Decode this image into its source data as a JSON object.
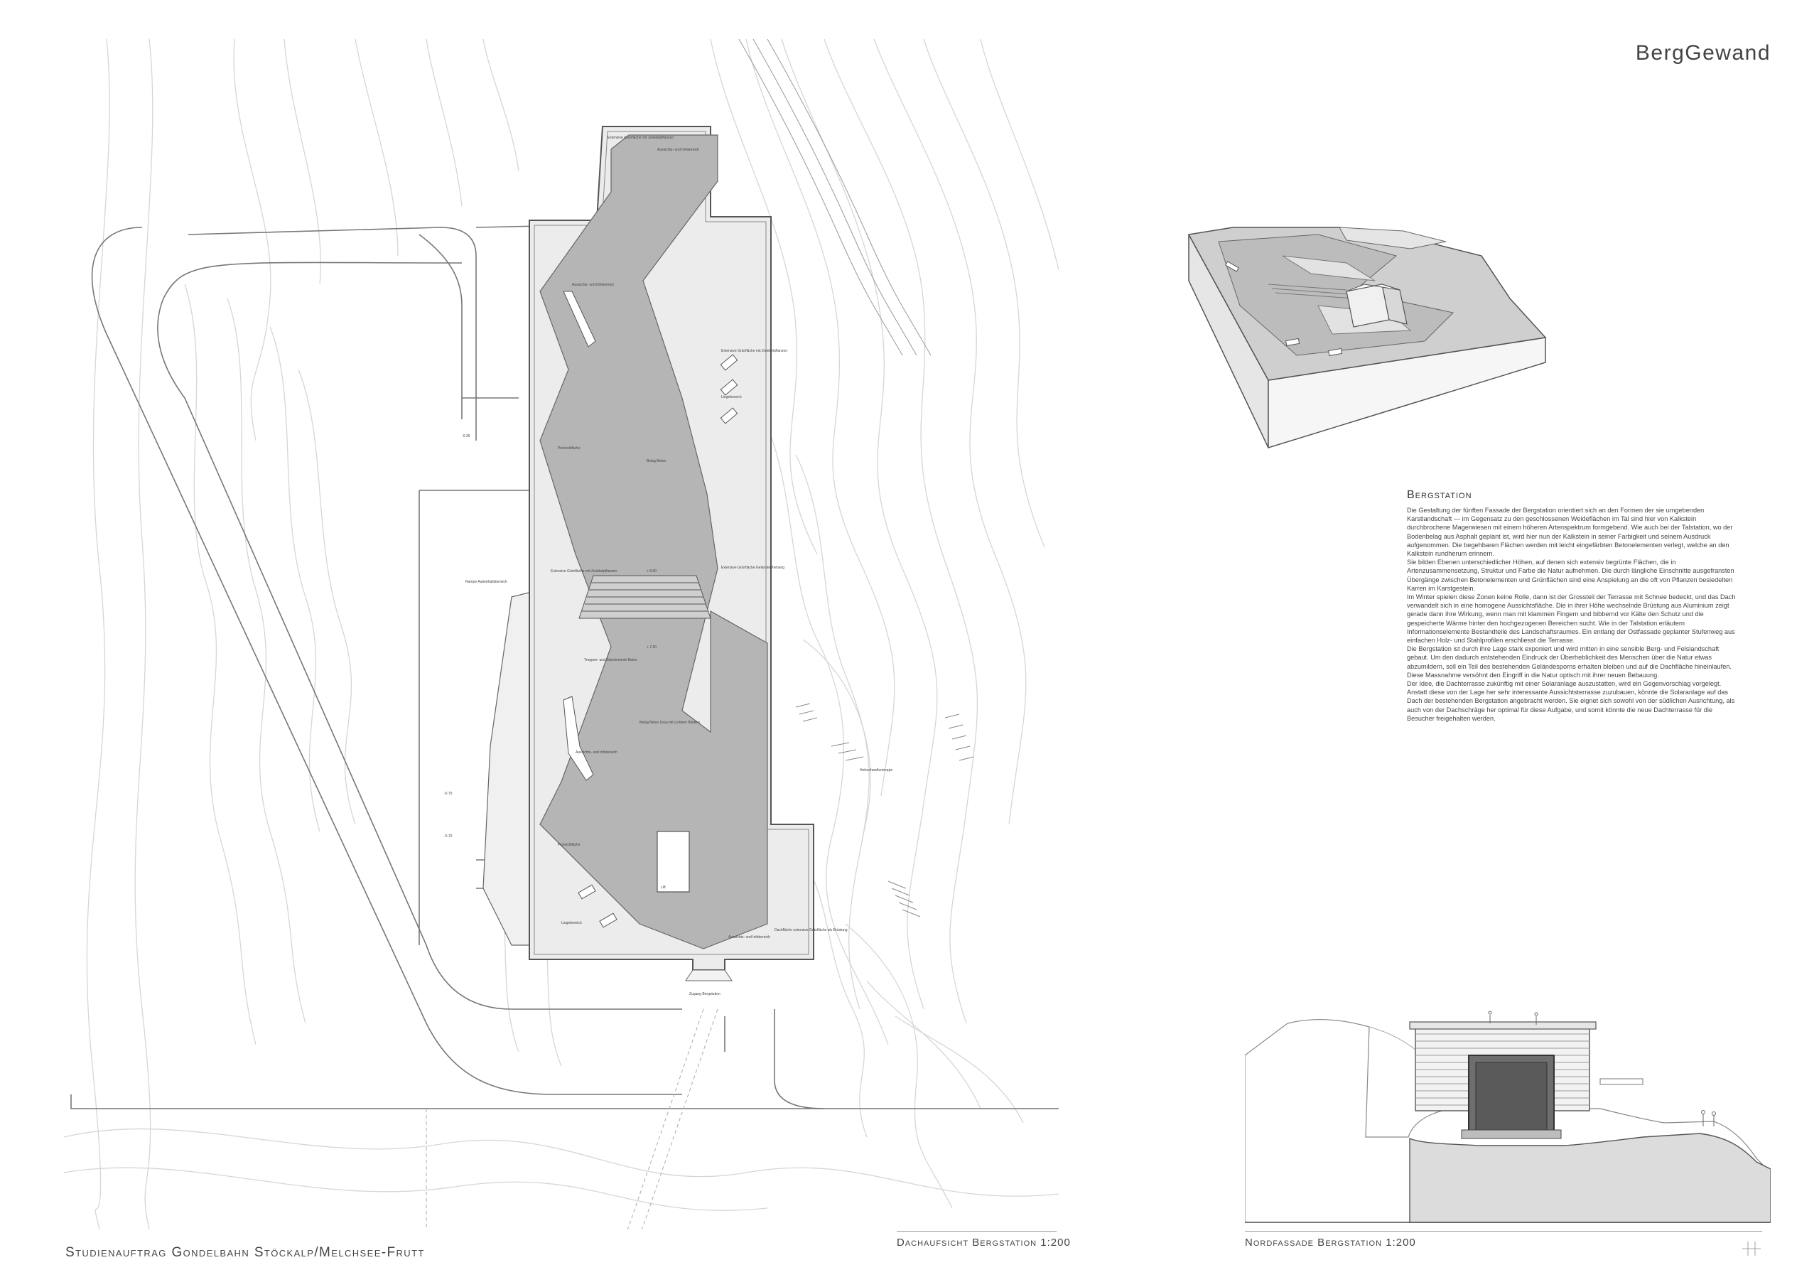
{
  "header": {
    "logo": "BergGewand"
  },
  "footer": {
    "project_title": "Studienauftrag Gondelbahn Stöckalp/Melchsee-Frutt",
    "plan_caption": "Dachaufsicht Bergstation 1:200",
    "facade_caption": "Nordfassade Bergstation 1:200"
  },
  "description": {
    "heading": "Bergstation",
    "paragraphs": [
      "Die Gestaltung der fünften Fassade der Bergstation orientiert sich an den Formen der sie umgebenden Karstlandschaft — im Gegensatz zu den geschlossenen Weideflächen im Tal sind hier von Kalkstein durchbrochene Magerwiesen mit einem höheren Artenspektrum formgebend. Wie auch bei der Talstation, wo der Bodenbelag aus Asphalt geplant ist, wird hier nun der Kalkstein in seiner Farbigkeit und seinem Ausdruck aufgenommen. Die begehbaren Flächen werden mit leicht eingefärbten Betonelementen verlegt, welche an den Kalkstein rundherum erinnern.",
      "Sie bilden Ebenen unterschiedlicher Höhen, auf denen sich extensiv begrünte Flächen, die in Artenzusammensetzung, Struktur und Farbe die Natur aufnehmen. Die durch längliche Einschnitte ausgefransten Übergänge zwischen Betonelementen und Grünflächen sind eine Anspielung an die oft von Pflanzen besiedelten Karren im Karstgestein.",
      "Im Winter spielen diese Zonen keine Rolle, dann ist der Grossteil der Terrasse mit Schnee bedeckt, und das Dach verwandelt sich in eine homogene Aussichtsfläche. Die in ihrer Höhe wechselnde Brüstung aus Aluminium zeigt gerade dann ihre Wirkung, wenn man mit klammen Fingern und bibbernd vor Kälte den Schutz und die gespeicherte Wärme hinter den hochgezogenen Bereichen sucht. Wie in der Talstation erläutern Informationselemente Bestandteile des Landschaftsraumes. Ein entlang der Ostfassade geplanter Stufenweg aus einfachen Holz- und Stahlprofilen erschliesst die Terrasse.",
      "Die Bergstation ist durch ihre Lage stark exponiert und wird mitten in eine sensible Berg- und Felslandschaft gebaut. Um den dadurch entstehenden Eindruck der Überheblichkeit des Menschen über die Natur etwas abzumildern, soll ein Teil des bestehenden Geländesporns erhalten bleiben und auf die Dachfläche hineinlaufen. Diese Massnahme versöhnt den Eingriff in die Natur optisch mit ihrer neuen Bebauung.",
      "Der Idee, die Dachterrasse zukünftig mit einer Solaranlage auszustatten, wird ein Gegenvorschlag vorgelegt. Anstatt diese von der Lage her sehr interessante Aussichtsterrasse zuzubauen, könnte die Solaranlage auf das Dach der bestehenden Bergstation angebracht werden. Sie eignet sich sowohl von der südlichen Ausrichtung, als auch von der Dachschräge her optimal für diese Aufgabe, und somit könnte die neue Dachterrasse für die Besucher freigehalten werden."
    ]
  },
  "plan_labels": {
    "l1": "Extensive Grünfläche mit Zwiebelpflanzen",
    "l2": "Aussichts- und Infobereich",
    "l3": "Aussichts- und Infobereich",
    "l4": "Extensive Grünfläche mit Zwiebelpflanzen",
    "l5": "Liegebereich",
    "l6": "Picknickfläche",
    "l7": "Belag Beton",
    "l8": "Extensive Grünfläche mit Zwiebelpflanzen",
    "l9": "Extensive Grünfläche Geländeerhebung",
    "l10": "Treppen- und Sitzelemente Beton",
    "l11": "Rampe Aufenthaltsbereich",
    "l12": "Belag Beton Grau mit Lichtern Blinken",
    "l13": "Aussichts- und Infobereich",
    "l14": "Holzschwellentreppe",
    "l15": "Picknickfläche",
    "l16": "Lift",
    "l17": "Liegebereich",
    "l18": "Aussichts- und Infobereich",
    "l19": "Dachfläche extensive Grünfläche als Brüstung",
    "l20": "Zugang Bergstation",
    "l21": "+ 8.00",
    "l22": "+ 7.00",
    "l23": "-0.35",
    "l24": "-0.70",
    "l25": "-0.70"
  },
  "colors": {
    "roof_dark": "#b3b3b3",
    "roof_light": "#e8e8e8",
    "contour": "#d4d4d4",
    "line": "#555555"
  }
}
